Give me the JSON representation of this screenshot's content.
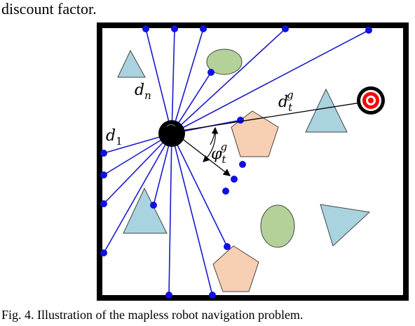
{
  "paper": {
    "top_text": "discount factor.",
    "caption": "Fig. 4. Illustration of the mapless robot navigation problem."
  },
  "figure": {
    "label_dn": "d",
    "label_dn_sub": "n",
    "label_d1": "d",
    "label_d1_sub": "1",
    "label_dtg": "d",
    "label_dtg_sub": "t",
    "label_dtg_sup": "g",
    "label_phi": "φ",
    "label_phi_sub": "t",
    "label_phi_sup": "g"
  },
  "colors": {
    "ray": "#1a1acc",
    "dot": "#1010e0",
    "triangle": "#a9d3df",
    "ellipse": "#b5d19a",
    "pentagon": "#f7cfb2",
    "target": "#ff0000"
  }
}
